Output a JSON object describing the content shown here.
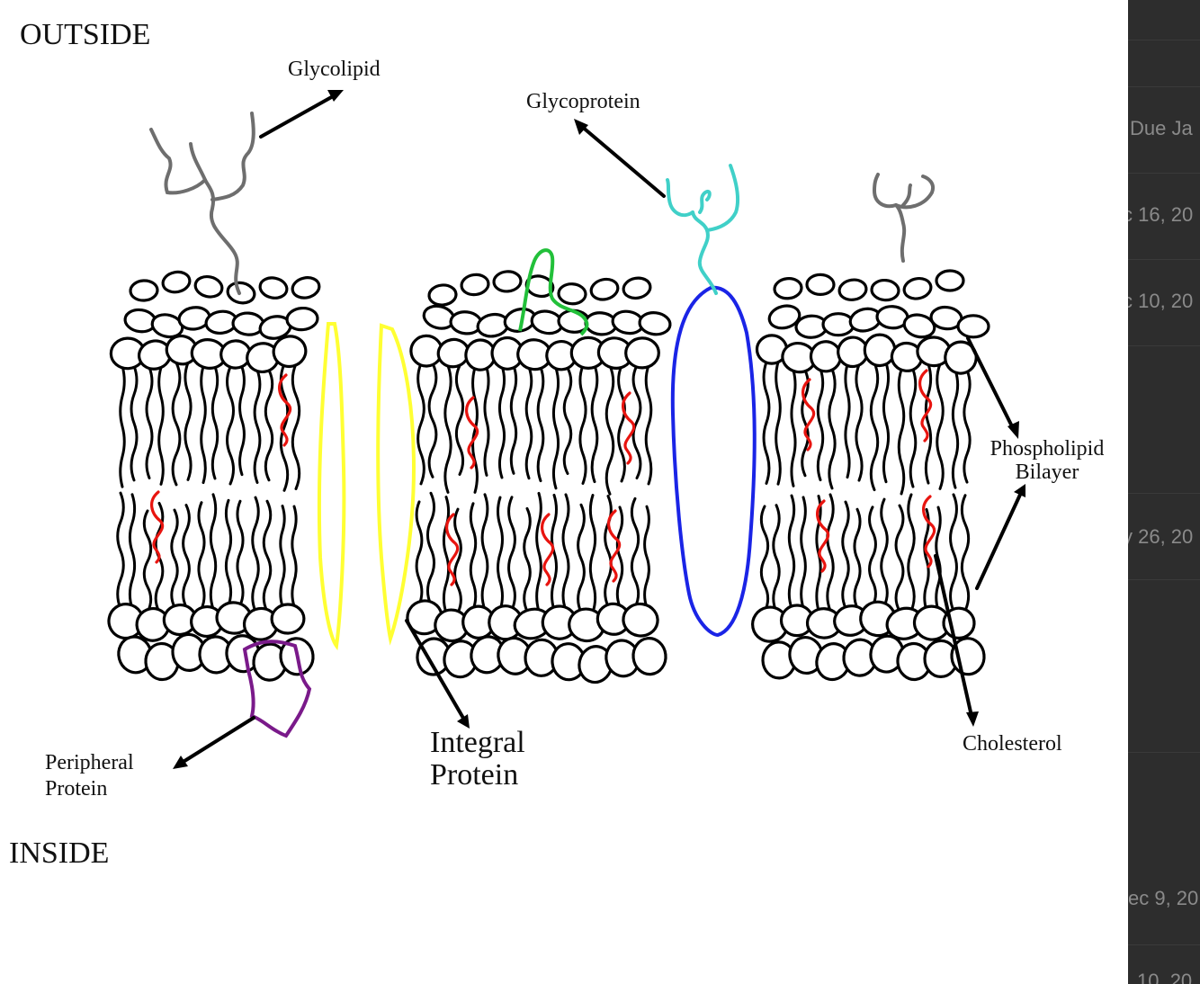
{
  "labels": {
    "outside": "OUTSIDE",
    "inside": "INSIDE",
    "glycolipid": "Glycolipid",
    "glycoprotein": "Glycoprotein",
    "phospholipid_1": "Phospholipid",
    "phospholipid_2": "Bilayer",
    "cholesterol": "Cholesterol",
    "integral_1": "Integral",
    "integral_2": "Protein",
    "peripheral_1": "Peripheral",
    "peripheral_2": "Protein"
  },
  "colors": {
    "lipid": "#000000",
    "cholesterol": "#e8140f",
    "integral_protein": "#ffff33",
    "channel_protein": "#1a24e6",
    "peripheral_protein": "#7a1a8a",
    "glycolipid_chain": "#6e6e6e",
    "glycoprotein_chain": "#40d0c8",
    "surface_protein": "#22c03a",
    "side_panel": "#2d2d2d"
  },
  "side_panel": {
    "items": [
      "Due Ja",
      "c 16, 20",
      "c 10, 20",
      "y 26, 20",
      "ec 9, 20",
      "10, 20"
    ]
  }
}
